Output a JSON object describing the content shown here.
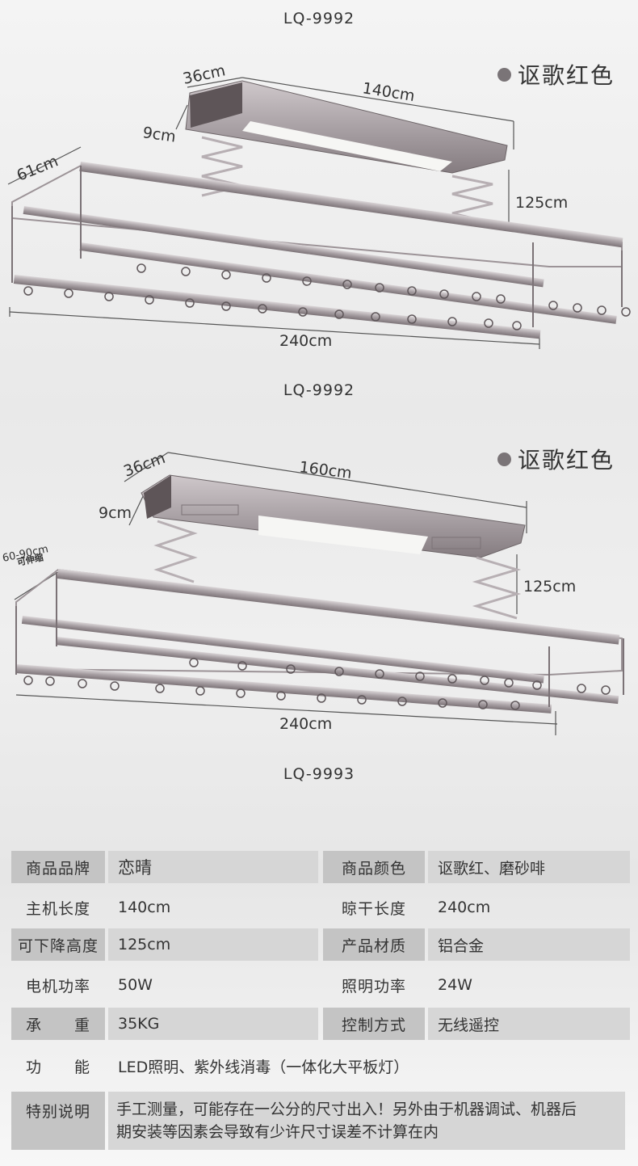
{
  "section1": {
    "model": "LQ-9992",
    "color": "讴歌红色",
    "dims": {
      "depth": "36cm",
      "length": "140cm",
      "height": "9cm",
      "width": "61cm",
      "lift": "125cm",
      "rack": "240cm"
    }
  },
  "section2": {
    "model": "LQ-9992",
    "color": "讴歌红色",
    "dims": {
      "depth": "36cm",
      "length": "160cm",
      "height": "9cm",
      "width": "60-90cm",
      "width_note": "可伸缩",
      "lift": "125cm",
      "rack": "240cm"
    }
  },
  "section3_model": "LQ-9993",
  "specs": {
    "brand_label": "商品品牌",
    "brand_value": "恋晴",
    "color_label": "商品颜色",
    "color_value": "讴歌红、磨砂啡",
    "host_len_label": "主机长度",
    "host_len_value": "140cm",
    "dry_len_label": "晾干长度",
    "dry_len_value": "240cm",
    "lift_label": "可下降高度",
    "lift_value": "125cm",
    "material_label": "产品材质",
    "material_value": "铝合金",
    "motor_label": "电机功率",
    "motor_value": "50W",
    "light_label": "照明功率",
    "light_value": "24W",
    "load_label": "承　　重",
    "load_value": "35KG",
    "control_label": "控制方式",
    "control_value": "无线遥控",
    "func_label": "功　　能",
    "func_value": "LED照明、紫外线消毒（一体化大平板灯）",
    "note_label": "特别说明",
    "note_line1": "手工测量，可能存在一公分的尺寸出入！另外由于机器调试、机器后",
    "note_line2": "期安装等因素会导致有少许尺寸误差不计算在内"
  }
}
